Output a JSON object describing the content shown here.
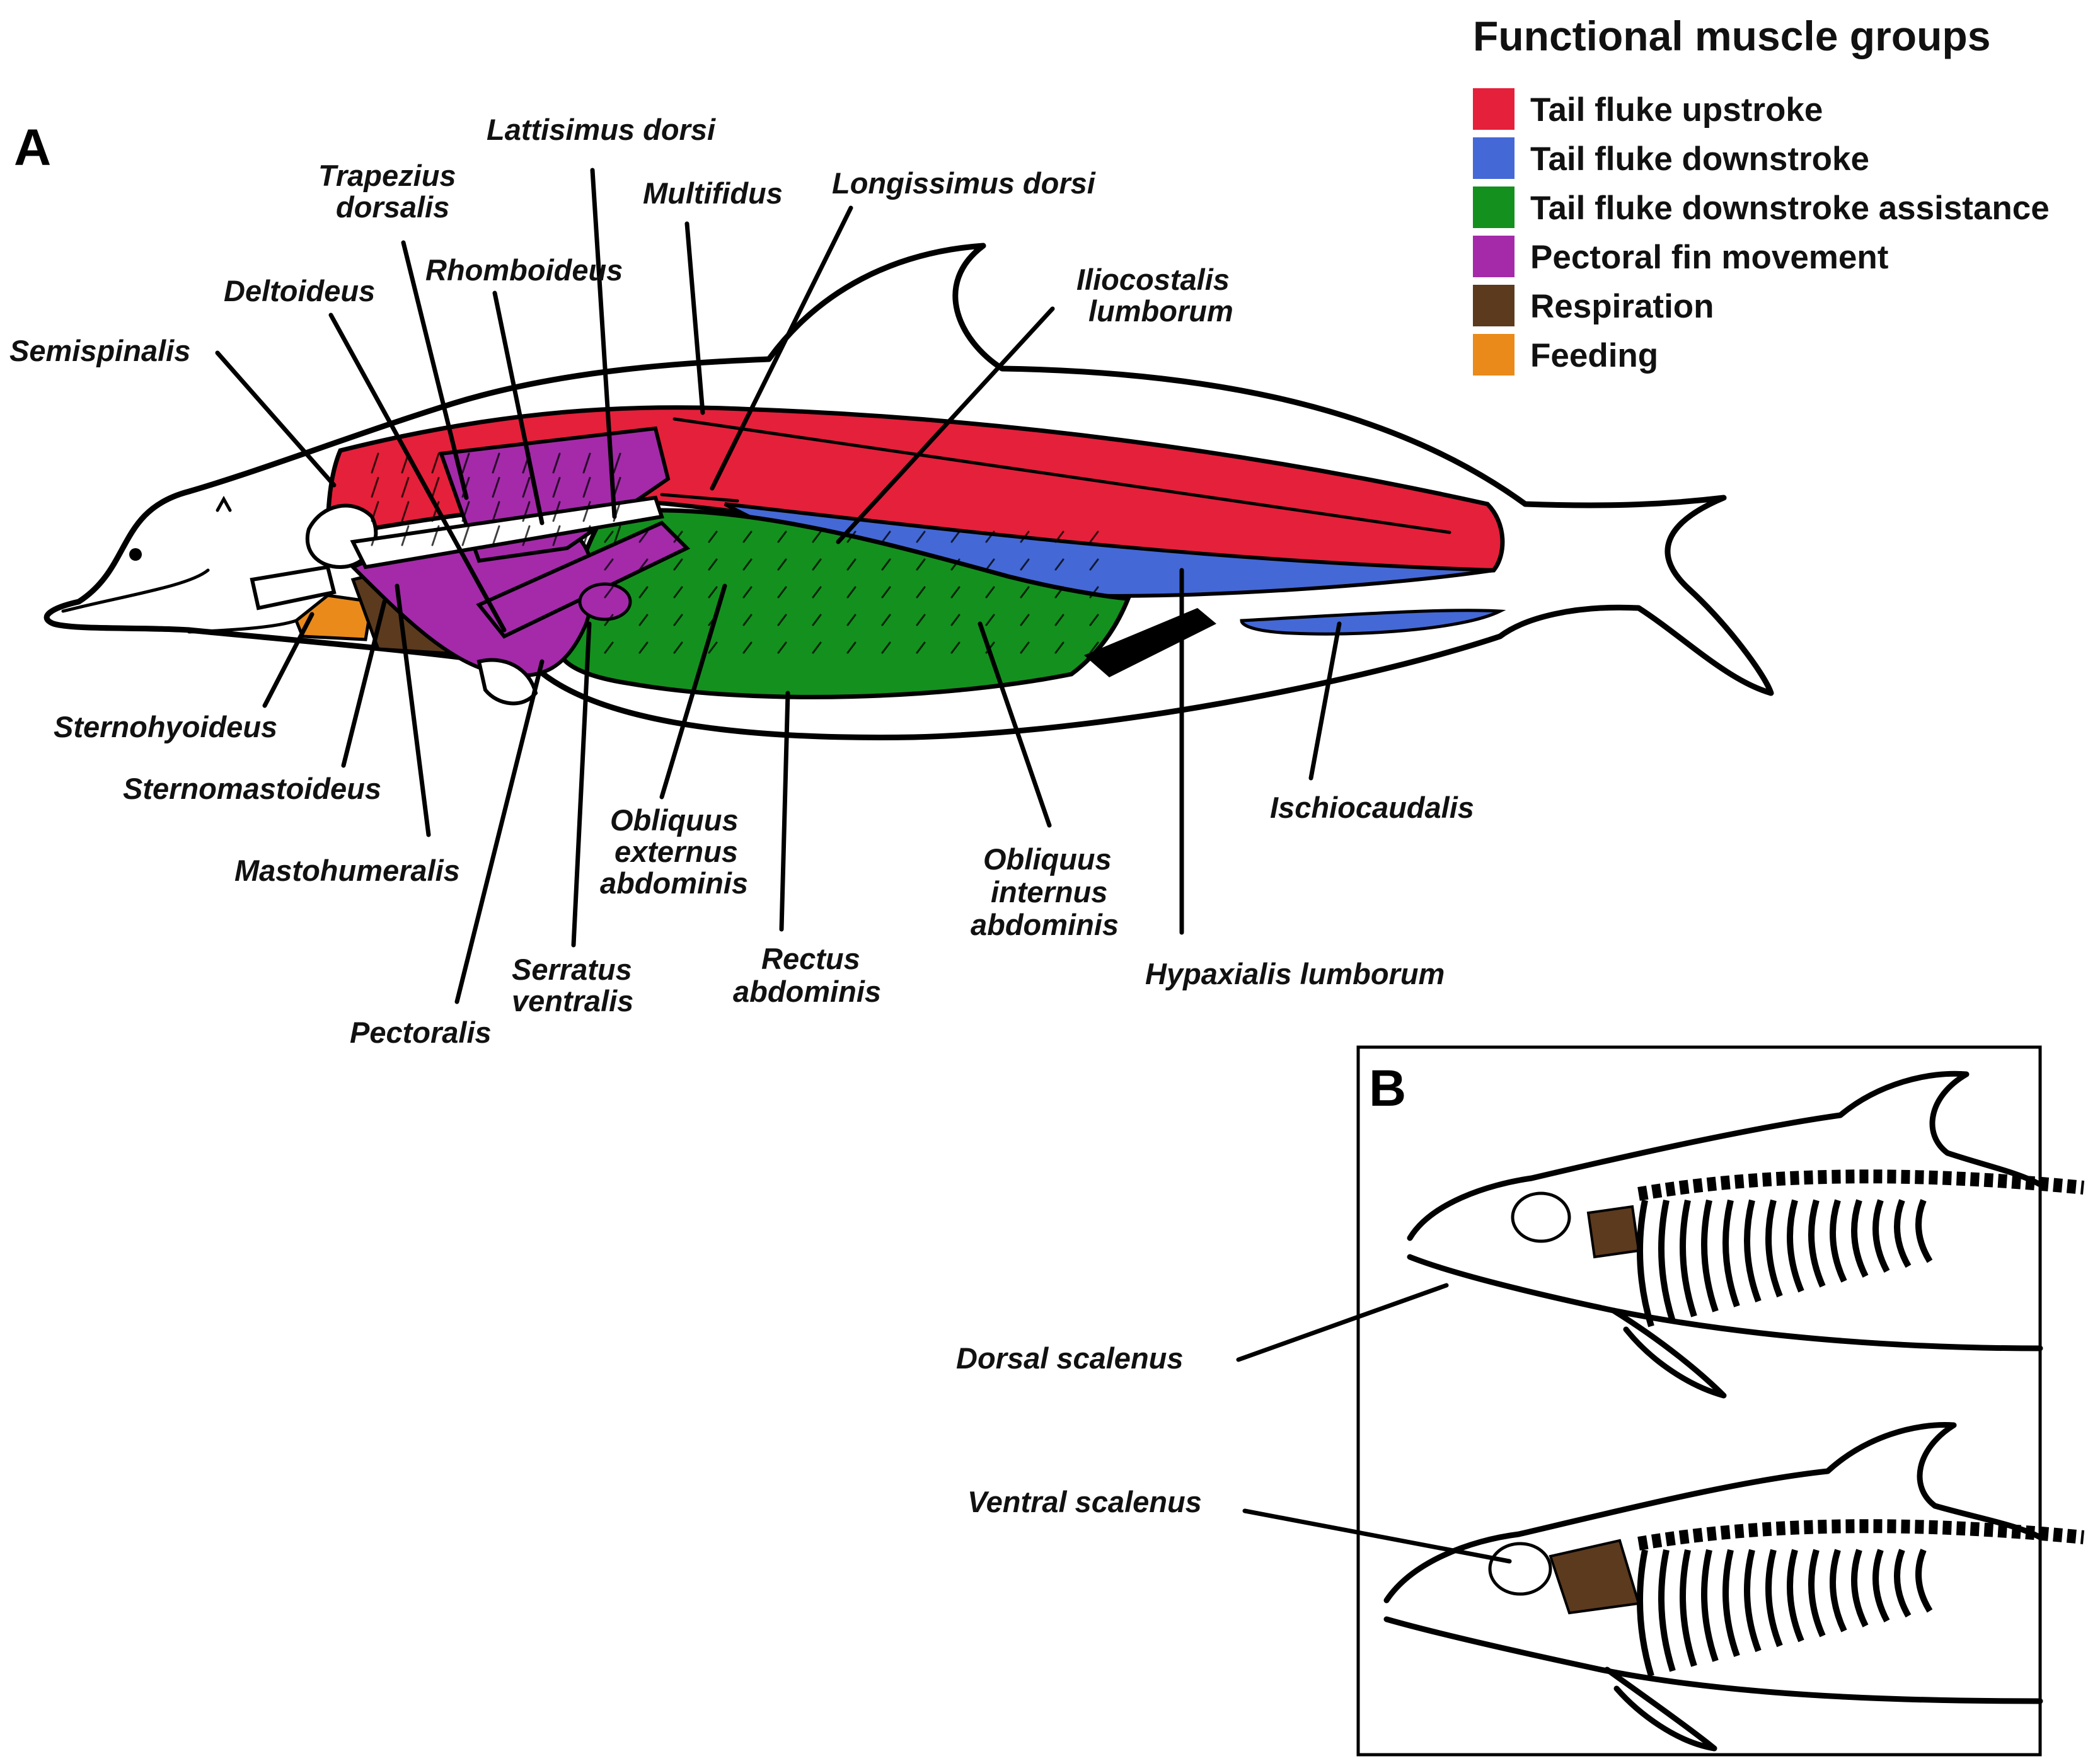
{
  "panels": {
    "a": "A",
    "b": "B"
  },
  "legend": {
    "title": "Functional muscle groups",
    "items": [
      {
        "label": "Tail fluke upstroke",
        "color": "#e5203a"
      },
      {
        "label": "Tail fluke downstroke",
        "color": "#4468d6"
      },
      {
        "label": "Tail fluke downstroke assistance",
        "color": "#14901e"
      },
      {
        "label": "Pectoral fin movement",
        "color": "#a42aaa"
      },
      {
        "label": "Respiration",
        "color": "#5c3a1e"
      },
      {
        "label": "Feeding",
        "color": "#ea8a1a"
      }
    ]
  },
  "labels": {
    "lattisimus_dorsi": "Lattisimus dorsi",
    "trapezius_1": "Trapezius",
    "trapezius_2": "dorsalis",
    "multifidus": "Multifidus",
    "longissimus_dorsi": "Longissimus dorsi",
    "rhomboideus": "Rhomboideus",
    "deltoideus": "Deltoideus",
    "iliocostalis_1": "Iliocostalis",
    "iliocostalis_2": "lumborum",
    "semispinalis": "Semispinalis",
    "sternohyoideus": "Sternohyoideus",
    "sternomastoideus": "Sternomastoideus",
    "mastohumeralis": "Mastohumeralis",
    "pectoralis": "Pectoralis",
    "serratus_1": "Serratus",
    "serratus_2": "ventralis",
    "obliquus_ext_1": "Obliquus",
    "obliquus_ext_2": "externus",
    "obliquus_ext_3": "abdominis",
    "rectus_1": "Rectus",
    "rectus_2": "abdominis",
    "obliquus_int_1": "Obliquus",
    "obliquus_int_2": "internus",
    "obliquus_int_3": "abdominis",
    "ischiocaudalis": "Ischiocaudalis",
    "hypaxialis": "Hypaxialis lumborum",
    "dorsal_scalenus": "Dorsal scalenus",
    "ventral_scalenus": "Ventral scalenus"
  }
}
